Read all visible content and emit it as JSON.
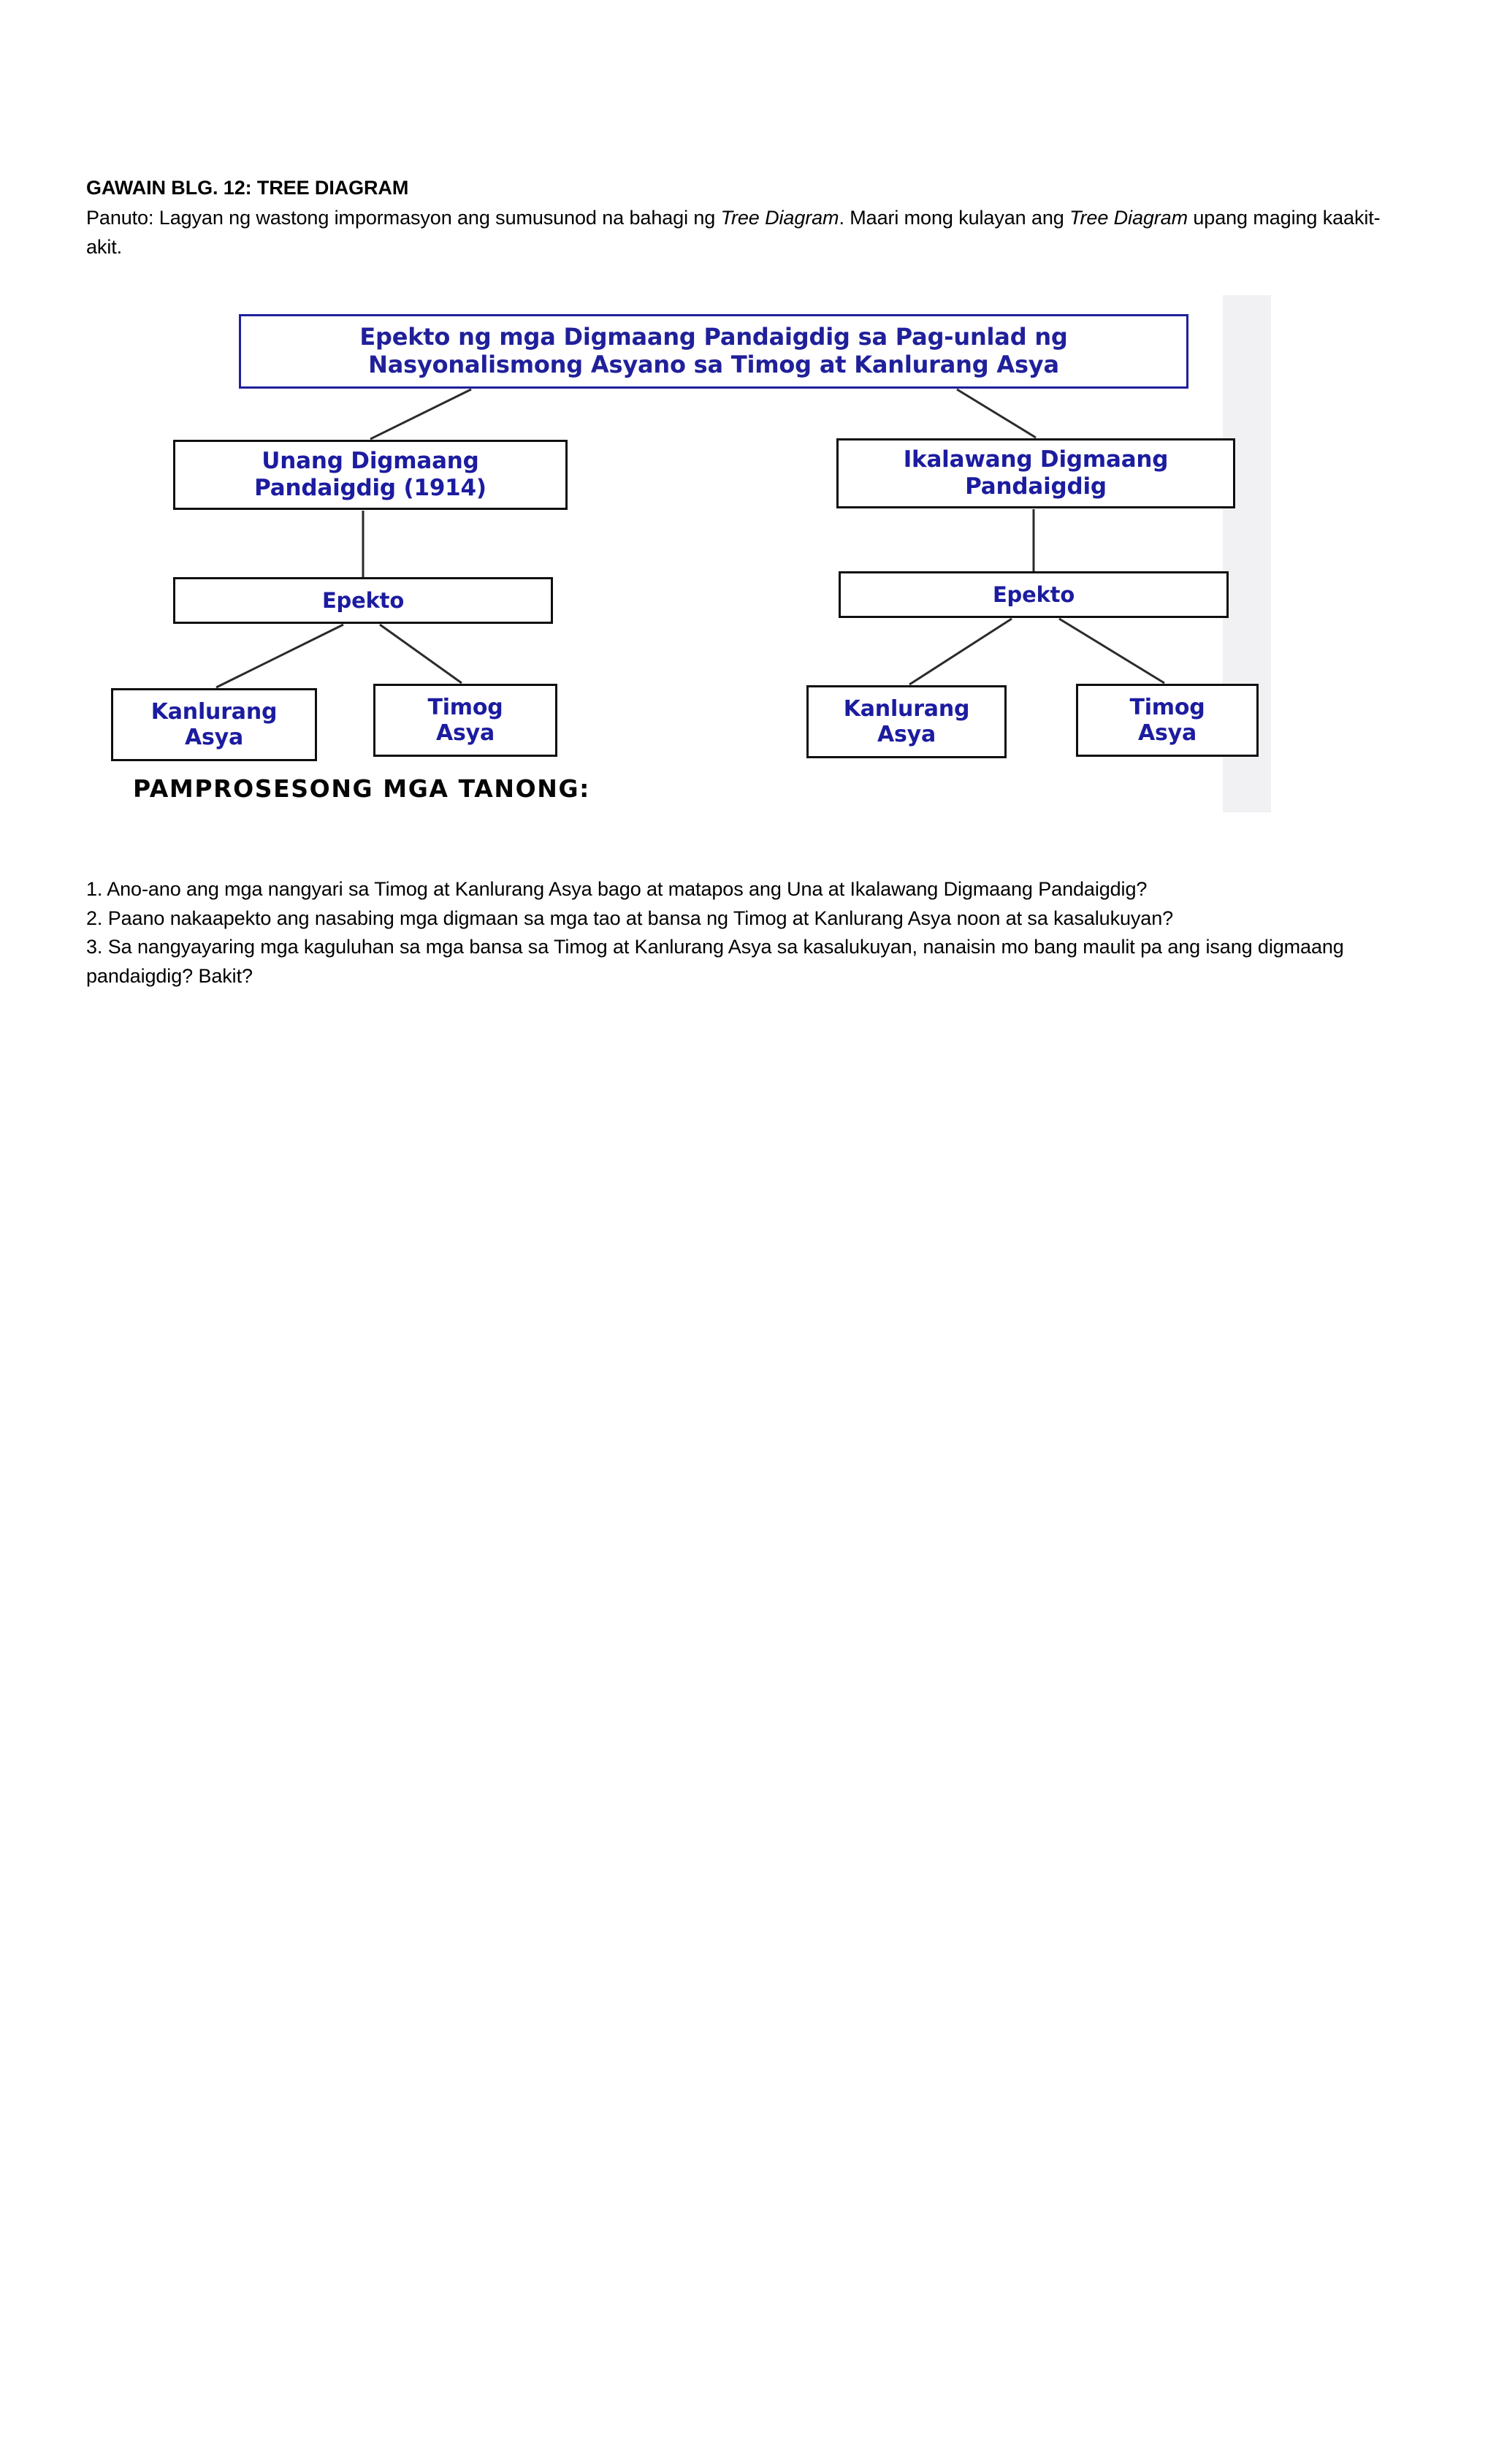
{
  "worksheet": {
    "activity_title": "GAWAIN BLG. 12: TREE DIAGRAM",
    "instructions_part1": "Panuto: Lagyan ng wastong impormasyon ang sumusunod na bahagi ng ",
    "instructions_em1": "Tree Diagram",
    "instructions_part2": ". Maari mong kulayan ang ",
    "instructions_em2": "Tree Diagram",
    "instructions_part3": " upang maging kaakit-akit."
  },
  "diagram": {
    "type": "tree",
    "root": {
      "line1": "Epekto ng mga  Digmaang Pandaigdig sa Pag-unlad ng",
      "line2": "Nasyonalismong Asyano sa Timog at Kanlurang Asya"
    },
    "branches": [
      {
        "title_line1": "Unang Digmaang",
        "title_line2": "Pandaigdig (1914)",
        "effect_label": "Epekto",
        "leaves": [
          {
            "line1": "Kanlurang",
            "line2": "Asya"
          },
          {
            "line1": "Timog",
            "line2": "Asya"
          }
        ]
      },
      {
        "title_line1": "Ikalawang Digmaang",
        "title_line2": "Pandaigdig",
        "effect_label": "Epekto",
        "leaves": [
          {
            "line1": "Kanlurang",
            "line2": "Asya"
          },
          {
            "line1": "Timog",
            "line2": "Asya"
          }
        ]
      }
    ],
    "colors": {
      "node_text": "#1c1ca0",
      "root_border": "#20209b",
      "node_border": "#0f0f0f",
      "connector": "#2b2b2b",
      "band": "#f1f0f2"
    }
  },
  "processing_questions": {
    "heading": "PAMPROSESONG MGA TANONG:",
    "items": [
      "1. Ano-ano ang mga nangyari sa Timog at Kanlurang Asya bago at matapos ang Una at Ikalawang Digmaang Pandaigdig?",
      "2. Paano nakaapekto ang nasabing mga digmaan sa mga tao at bansa ng Timog at Kanlurang Asya noon at sa kasalukuyan?",
      "3. Sa nangyayaring mga kaguluhan sa mga bansa sa Timog at Kanlurang Asya sa kasalukuyan, nanaisin mo bang maulit pa ang isang digmaang pandaigdig? Bakit?"
    ]
  }
}
